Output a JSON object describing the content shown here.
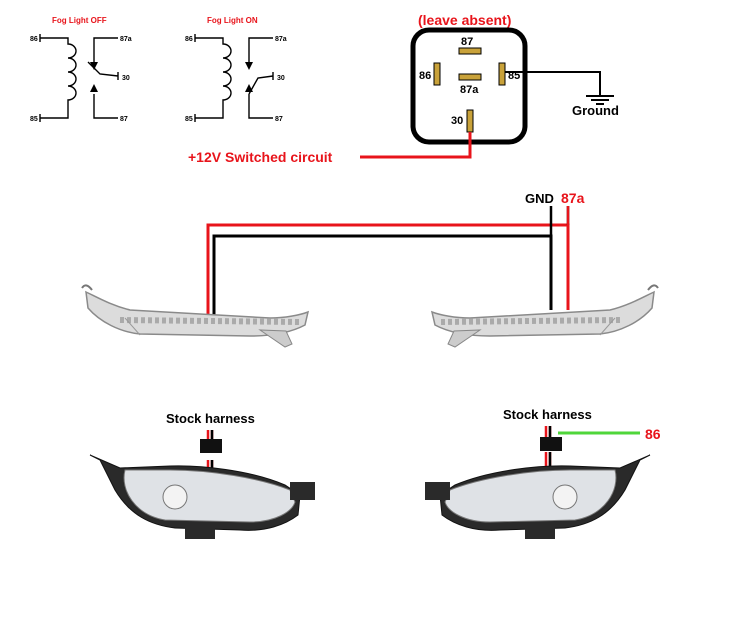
{
  "schematics": {
    "off": {
      "title": "Fog Light OFF",
      "pins": {
        "p86": "86",
        "p85": "85",
        "p87a": "87a",
        "p30": "30",
        "p87": "87"
      }
    },
    "on": {
      "title": "Fog Light ON",
      "pins": {
        "p86": "86",
        "p85": "85",
        "p87a": "87a",
        "p30": "30",
        "p87": "87"
      }
    }
  },
  "relay": {
    "note": "(leave absent)",
    "pins": {
      "p87": "87",
      "p87a": "87a",
      "p86": "86",
      "p85": "85",
      "p30": "30"
    },
    "ground_label": "Ground",
    "switched_label": "+12V Switched circuit"
  },
  "drl": {
    "gnd_label": "GND",
    "p87a_label": "87a"
  },
  "fog": {
    "left_harness_label": "Stock harness",
    "right_harness_label": "Stock harness",
    "p86_label": "86"
  },
  "colors": {
    "red_wire": "#e8141b",
    "black_wire": "#000000",
    "green_wire": "#4fd63a",
    "relay_pin": "#c9a23a"
  }
}
